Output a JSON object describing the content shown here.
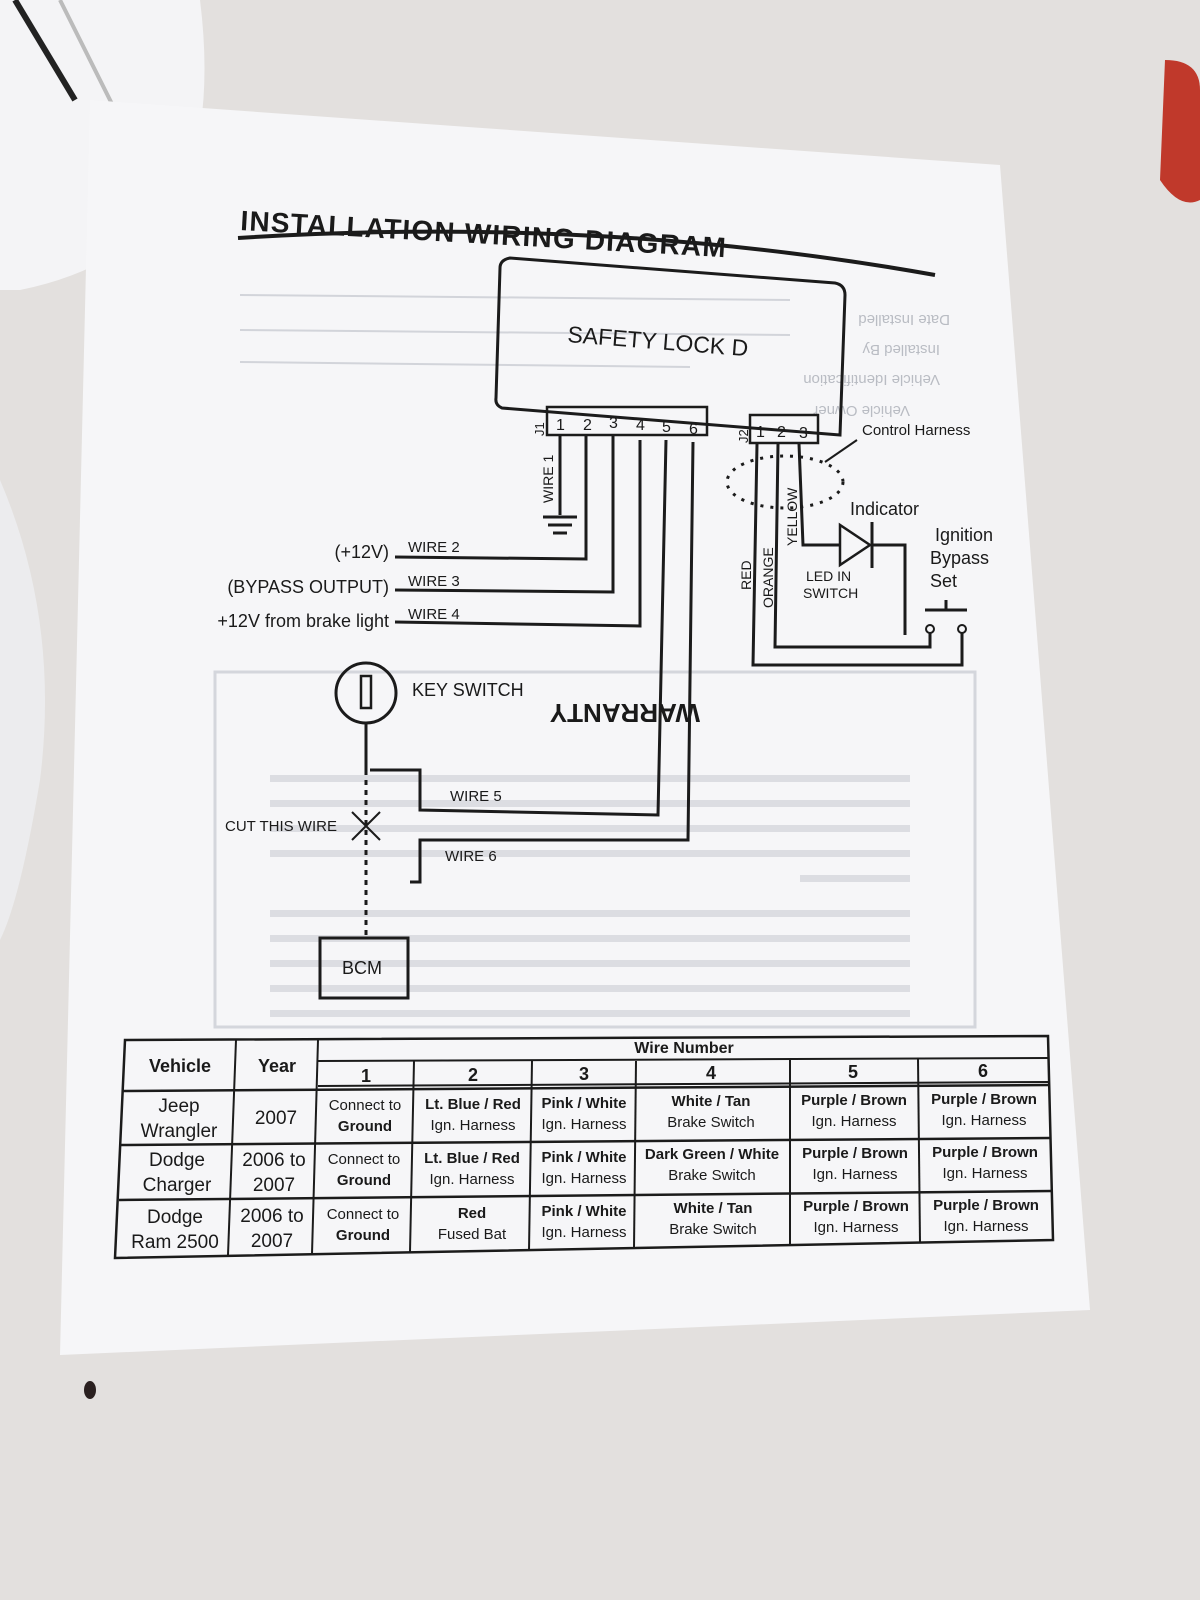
{
  "diagram": {
    "title": "INSTALLATION WIRING DIAGRAM",
    "module_label": "SAFETY LOCK D",
    "connector_j1": {
      "id": "J1",
      "pins": [
        "1",
        "2",
        "3",
        "4",
        "5",
        "6"
      ]
    },
    "connector_j2": {
      "id": "J2",
      "pins": [
        "1",
        "2",
        "3"
      ]
    },
    "control_harness_label": "Control Harness",
    "wire1_label": "WIRE 1",
    "left_inputs": [
      {
        "signal": "(+12V)",
        "wire": "WIRE 2"
      },
      {
        "signal": "(BYPASS OUTPUT)",
        "wire": "WIRE 3"
      },
      {
        "signal": "+12V from brake light",
        "wire": "WIRE 4"
      }
    ],
    "key_switch_label": "KEY SWITCH",
    "wire5_label": "WIRE 5",
    "wire6_label": "WIRE 6",
    "cut_label": "CUT THIS WIRE",
    "bcm_label": "BCM",
    "harness_colors": [
      "RED",
      "ORANGE",
      "YELLOW"
    ],
    "indicator_label": "Indicator",
    "led_label_line1": "LED IN",
    "led_label_line2": "SWITCH",
    "bypass_label_lines": [
      "Ignition",
      "Bypass",
      "Set"
    ]
  },
  "table": {
    "headers": {
      "vehicle": "Vehicle",
      "year": "Year",
      "wire_number": "Wire Number"
    },
    "wire_columns": [
      "1",
      "2",
      "3",
      "4",
      "5",
      "6"
    ],
    "rows": [
      {
        "vehicle": [
          "Jeep",
          "Wrangler"
        ],
        "year": [
          "2007"
        ],
        "cells": [
          [
            "Connect to",
            "Ground"
          ],
          [
            "Lt. Blue / Red",
            "Ign. Harness"
          ],
          [
            "Pink / White",
            "Ign. Harness"
          ],
          [
            "White / Tan",
            "Brake Switch"
          ],
          [
            "Purple / Brown",
            "Ign. Harness"
          ],
          [
            "Purple / Brown",
            "Ign. Harness"
          ]
        ]
      },
      {
        "vehicle": [
          "Dodge",
          "Charger"
        ],
        "year": [
          "2006 to",
          "2007"
        ],
        "cells": [
          [
            "Connect to",
            "Ground"
          ],
          [
            "Lt. Blue / Red",
            "Ign. Harness"
          ],
          [
            "Pink / White",
            "Ign. Harness"
          ],
          [
            "Dark Green / White",
            "Brake Switch"
          ],
          [
            "Purple / Brown",
            "Ign. Harness"
          ],
          [
            "Purple / Brown",
            "Ign. Harness"
          ]
        ]
      },
      {
        "vehicle": [
          "Dodge",
          "Ram 2500"
        ],
        "year": [
          "2006 to",
          "2007"
        ],
        "cells": [
          [
            "Connect to",
            "Ground"
          ],
          [
            "Red",
            "Fused Bat"
          ],
          [
            "Pink / White",
            "Ign. Harness"
          ],
          [
            "White / Tan",
            "Brake Switch"
          ],
          [
            "Purple / Brown",
            "Ign. Harness"
          ],
          [
            "Purple / Brown",
            "Ign. Harness"
          ]
        ]
      }
    ]
  },
  "bleed_through": {
    "warranty_title": "WARRANTY",
    "form_fields": [
      "Date Installed",
      "Installed By",
      "Vehicle Identification",
      "Vehicle Owner"
    ]
  },
  "colors": {
    "paper": "#f6f6f8",
    "ink": "#1b1b1b",
    "background": "#e3e0de",
    "ghost_text": "#b9bcc3"
  }
}
